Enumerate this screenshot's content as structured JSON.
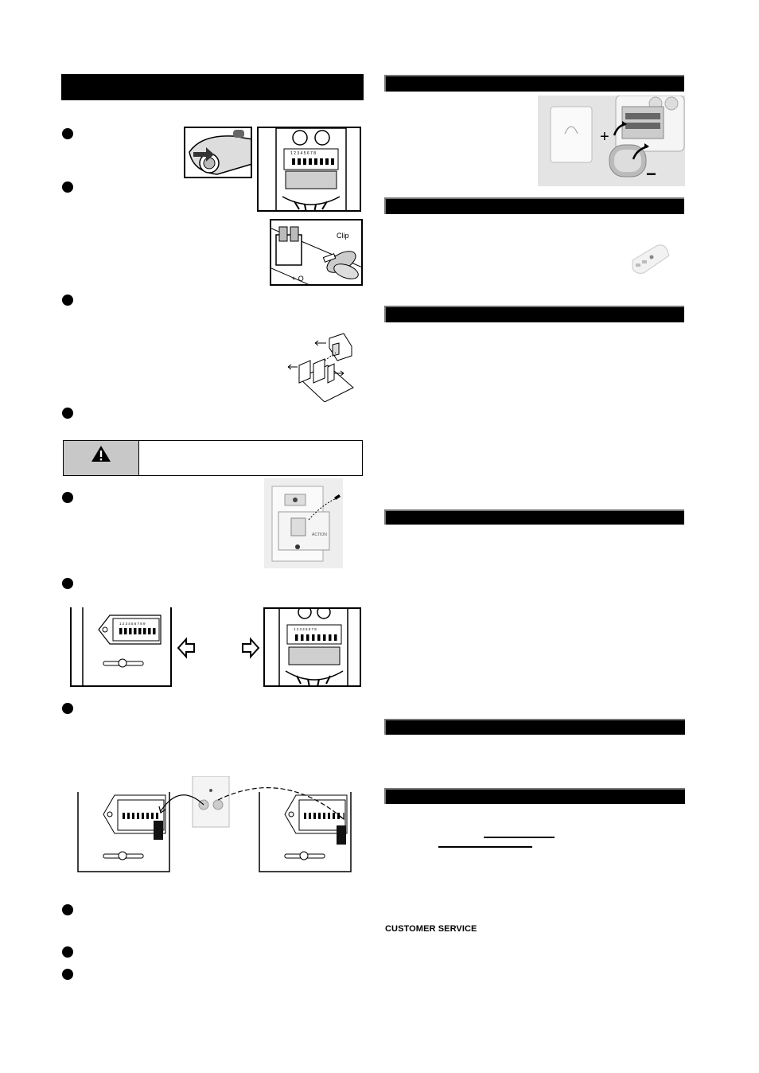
{
  "right_column": {
    "customer_service_label": "CUSTOMER SERVICE"
  },
  "figures": {
    "clip_label": "Clip",
    "action_label": "ACTION",
    "dip_numbers": "1 2 3 4 5 6 7 8 9 10",
    "plus_sign": "+",
    "minus_sign": "−"
  },
  "icons": {
    "warning": "warning-triangle-icon",
    "arrow_left": "hollow-left-arrow-icon",
    "arrow_right": "hollow-right-arrow-icon"
  },
  "colors": {
    "bar": "#000000",
    "warning_panel": "#c8c8c8",
    "photo_bg": "#e6e6e6"
  }
}
